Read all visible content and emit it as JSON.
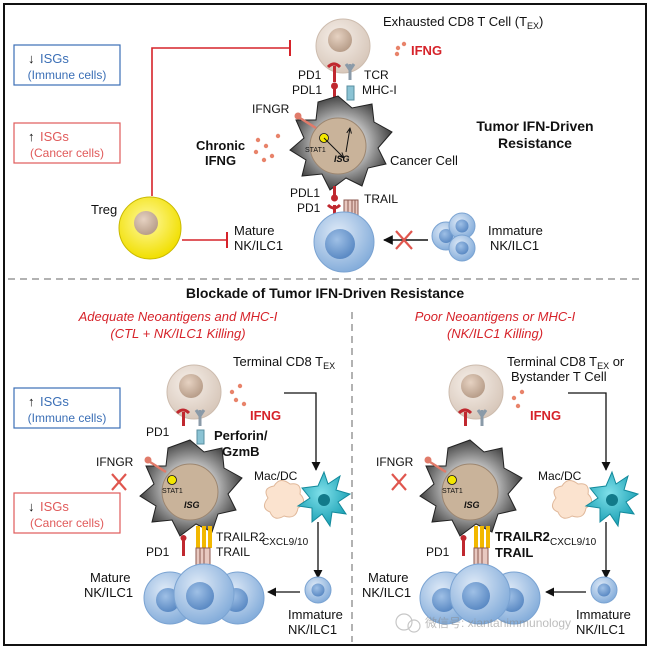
{
  "top": {
    "tex_label": "Exhausted CD8 T Cell (T",
    "tex_sub": "EX",
    "tex_close": ")",
    "ifng": "IFNG",
    "pd1": "PD1",
    "pdl1": "PDL1",
    "tcr": "TCR",
    "mhc1": "MHC-I",
    "ifngr": "IFNGR",
    "stat1": "STAT1",
    "isg_tag": "ISG",
    "chronic_1": "Chronic",
    "chronic_2": "IFNG",
    "cancer_cell": "Cancer Cell",
    "resistance_1": "Tumor IFN-Driven",
    "resistance_2": "Resistance",
    "isgs_immune_arrow": "↓",
    "isgs_immune_1": "ISGs",
    "isgs_immune_2": "(Immune cells)",
    "isgs_cancer_arrow": "↑",
    "isgs_cancer_1": "ISGs",
    "isgs_cancer_2": "(Cancer cells)",
    "treg": "Treg",
    "pdl1_b": "PDL1",
    "pd1_b": "PD1",
    "trail": "TRAIL",
    "mature_1": "Mature",
    "mature_2": "NK/ILC1",
    "immature_1": "Immature",
    "immature_2": "NK/ILC1"
  },
  "bottom": {
    "title": "Blockade of Tumor IFN-Driven Resistance",
    "left": {
      "heading_1": "Adequate Neoantigens and MHC-I",
      "heading_2": "(CTL + NK/ILC1 Killing)",
      "terminal": "Terminal CD8 T",
      "terminal_sub": "EX",
      "isgs_immune_arrow": "↑",
      "isgs_immune_1": "ISGs",
      "isgs_immune_2": "(Immune cells)",
      "isgs_cancer_arrow": "↓",
      "isgs_cancer_1": "ISGs",
      "isgs_cancer_2": "(Cancer cells)",
      "pd1": "PD1",
      "ifng": "IFNG",
      "perforin_1": "Perforin/",
      "perforin_2": "GzmB",
      "ifngr": "IFNGR",
      "stat1": "STAT1",
      "isg_tag": "ISG",
      "mac_dc": "Mac/DC",
      "trailr2": "TRAILR2",
      "pd1_b": "PD1",
      "trail": "TRAIL",
      "cxcl": "CXCL9/10",
      "mature_1": "Mature",
      "mature_2": "NK/ILC1",
      "immature_1": "Immature",
      "immature_2": "NK/ILC1"
    },
    "right": {
      "heading_1": "Poor Neoantigens or MHC-I",
      "heading_2": "(NK/ILC1 Killing)",
      "terminal_1a": "Terminal CD8 T",
      "terminal_sub": "EX",
      "terminal_1b": " or",
      "terminal_2": "Bystander T Cell",
      "ifng": "IFNG",
      "ifngr": "IFNGR",
      "stat1": "STAT1",
      "isg_tag": "ISG",
      "mac_dc": "Mac/DC",
      "trailr2": "TRAILR2",
      "pd1": "PD1",
      "trail": "TRAIL",
      "cxcl": "CXCL9/10",
      "mature_1": "Mature",
      "mature_2": "NK/ILC1",
      "immature_1": "Immature",
      "immature_2": "NK/ILC1"
    }
  },
  "watermark": "微信号: xiantanimmunology",
  "colors": {
    "red": "#d6232a",
    "blue": "#3b6fb6",
    "cancer_dark": "#3a3a3a",
    "nucleus": "#c9b39a",
    "tcell": "#e9ddd3",
    "nk": "#a9c8e8",
    "treg": "#f3e600",
    "cytokine": "#e8836a",
    "dc": "#29b6c8"
  }
}
